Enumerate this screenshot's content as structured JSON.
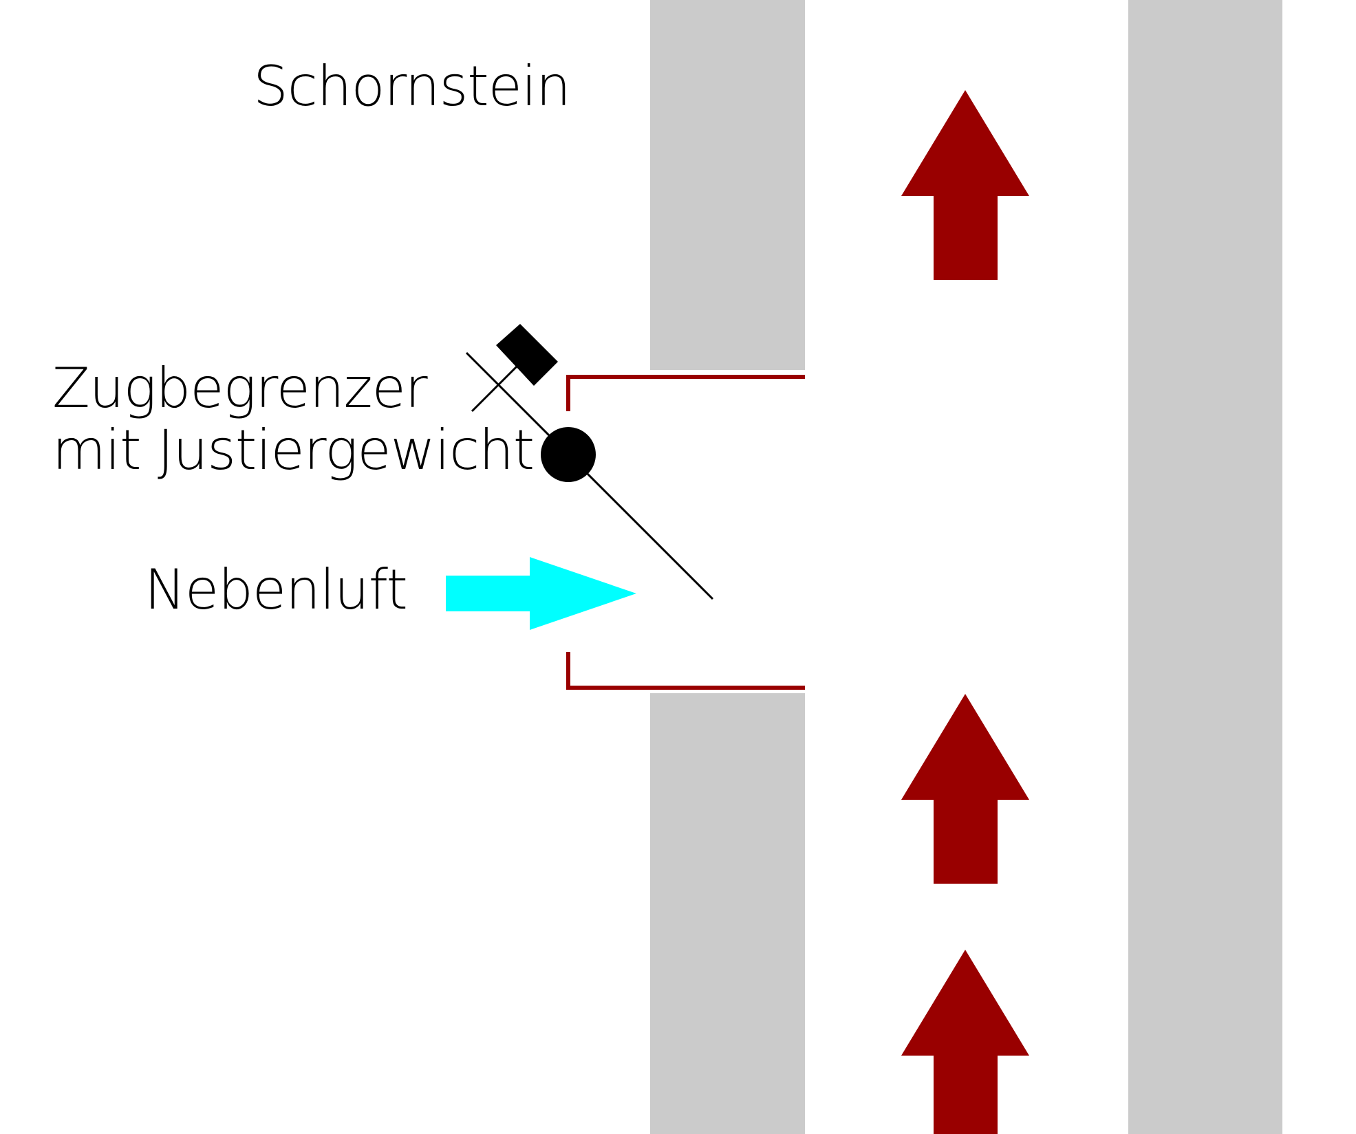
{
  "labels": {
    "chimney": "Schornstein",
    "draft_limiter_line1": "Zugbegrenzer",
    "draft_limiter_line2": "mit Justiergewicht",
    "secondary_air": "Nebenluft"
  },
  "icons": {
    "flue_gas_arrows": "arrow-up-icon",
    "secondary_air_arrow": "arrow-right-icon",
    "adjustment_weight": "weight-icon",
    "pivot": "pivot-dot-icon"
  },
  "colors": {
    "chimney_wall": "#cbcbcb",
    "flue_gas_arrow": "#990000",
    "draft_limiter_frame": "#990000",
    "secondary_air_arrow": "#00ffff",
    "flap_line": "#000000",
    "background": "#ffffff"
  }
}
